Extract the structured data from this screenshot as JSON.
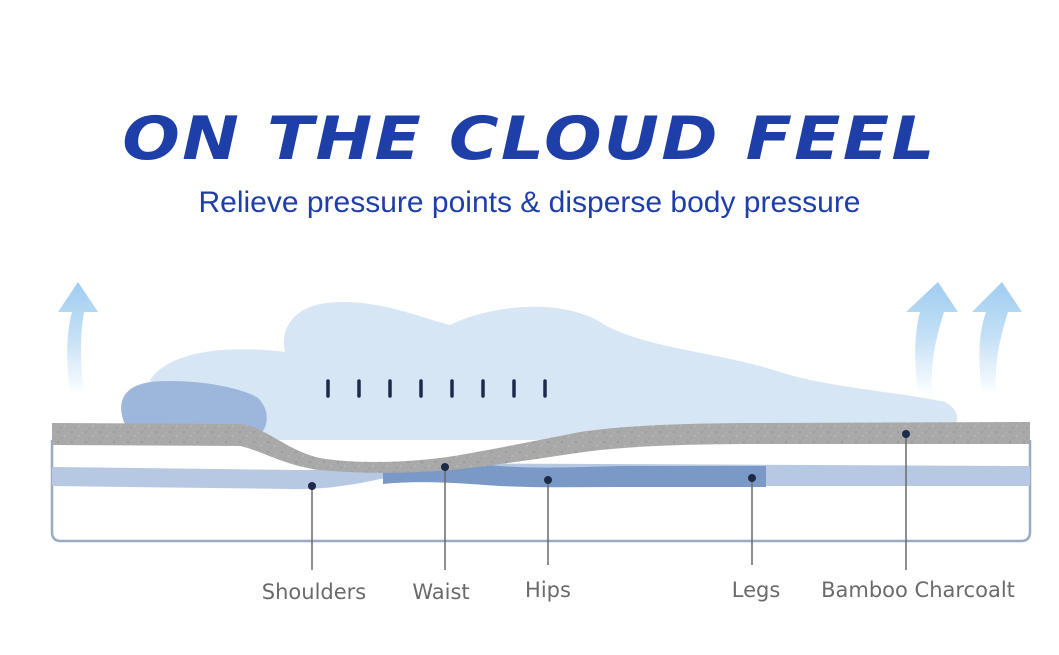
{
  "headline": "ON THE CLOUD FEEL",
  "subheadline": "Relieve pressure points & disperse body pressure",
  "labels": {
    "shoulders": "Shoulders",
    "waist": "Waist",
    "hips": "Hips",
    "legs": "Legs",
    "bamboo_charcoal": "Bamboo Charcoalt"
  },
  "colors": {
    "headline": "#1e3fa8",
    "body_silhouette": "#d7e6f5",
    "pillow": "#9db6dc",
    "foam_layer": "#a7a7a7",
    "support_layer_dark": "#7b99c7",
    "support_layer_light": "#b7c9e2",
    "mattress_outline": "#9aaac4",
    "airflow_arrow": "#9fcdf0",
    "label_text": "#6a6a6a",
    "pointer_dot": "#1e2a4a"
  },
  "icons": [
    "airflow-arrow-icon",
    "pressure-marker-icon"
  ]
}
